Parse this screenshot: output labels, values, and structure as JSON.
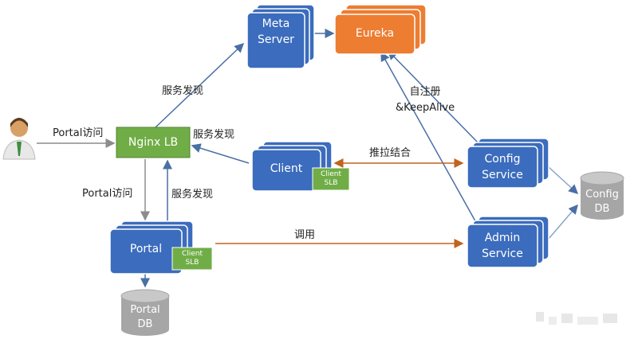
{
  "nodes": {
    "meta_server": "Meta\nServer",
    "eureka": "Eureka",
    "nginx_lb": "Nginx LB",
    "client": "Client",
    "client_slb": "Client\nSLB",
    "config_service": "Config\nService",
    "admin_service": "Admin\nService",
    "portal": "Portal",
    "portal_slb": "Client\nSLB",
    "config_db": "Config\nDB",
    "portal_db": "Portal\nDB"
  },
  "edges": {
    "user_to_nginx": "Portal访问",
    "nginx_to_meta": "服务发现",
    "client_to_nginx": "服务发现",
    "nginx_to_portal": "Portal访问",
    "portal_to_nginx": "服务发现",
    "eureka_self_register": "自注册\n&KeepAlive",
    "client_config_push_pull": "推拉结合",
    "portal_call_admin": "调用"
  },
  "colors": {
    "blue": "#3b6cbd",
    "blue_border": "#2a5196",
    "orange": "#ed7d31",
    "green": "#70ad47",
    "gray_db": "#a6a6a6",
    "arrow_blue": "#4a6fa5",
    "arrow_orange": "#c0641e"
  }
}
